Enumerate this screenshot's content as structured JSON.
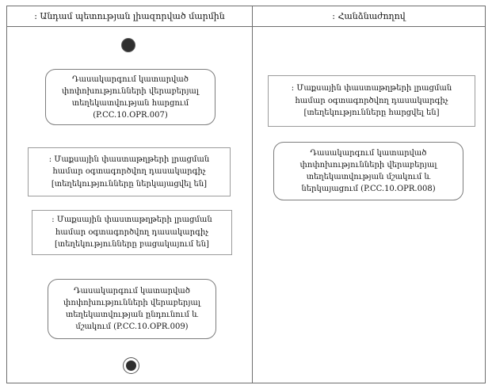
{
  "diagram": {
    "type": "uml-activity-diagram-with-swimlanes",
    "lanes": [
      {
        "label": ": Անդամ պետության լիազորված մարմին"
      },
      {
        "label": ": Հանձնաժողով"
      }
    ],
    "nodes": {
      "activity1": {
        "label": "Դասակարգում կատարված փոփոխությունների վերաբերյալ տեղեկատվության հարցում (P.CC.10.OPR.007)",
        "code": "P.CC.10.OPR.007"
      },
      "object1": {
        "label": ": Մաքսային փաստաթղթերի լրացման համար օգտագործվող դասակարգիչ [տեղեկությունները հարցվել են]",
        "state": "տեղեկությունները հարցվել են"
      },
      "activity2": {
        "label": "Դասակարգում կատարված փոփոխությունների վերաբերյալ տեղեկատվության մշակում և ներկայացում (P.CC.10.OPR.008)",
        "code": "P.CC.10.OPR.008"
      },
      "object2": {
        "label": ": Մաքսային փաստաթղթերի լրացման համար օգտագործվող դասակարգիչ [տեղեկությունները ներկայացվել են]",
        "state": "տեղեկությունները ներկայացվել են"
      },
      "object3": {
        "label": ": Մաքսային փաստաթղթերի լրացման համար օգտագործվող դասակարգիչ [տեղեկությունները բացակայում են]",
        "state": "տեղեկությունները բացակայում են"
      },
      "activity3": {
        "label": "Դասակարգում կատարված փոփոխությունների վերաբերյալ տեղեկատվության ընդունում և մշակում (P.CC.10.OPR.009)",
        "code": "P.CC.10.OPR.009"
      }
    },
    "colors": {
      "frame_border": "#6e6e6e",
      "activity_border": "#7d7d7d",
      "object_border": "#9b9b9b",
      "edge_line": "#6b6b6b",
      "arrowhead": "#3f3f3f",
      "node_fill": "#ffffff",
      "text": "#141414",
      "start_end_fill": "#2f2f2f"
    }
  }
}
